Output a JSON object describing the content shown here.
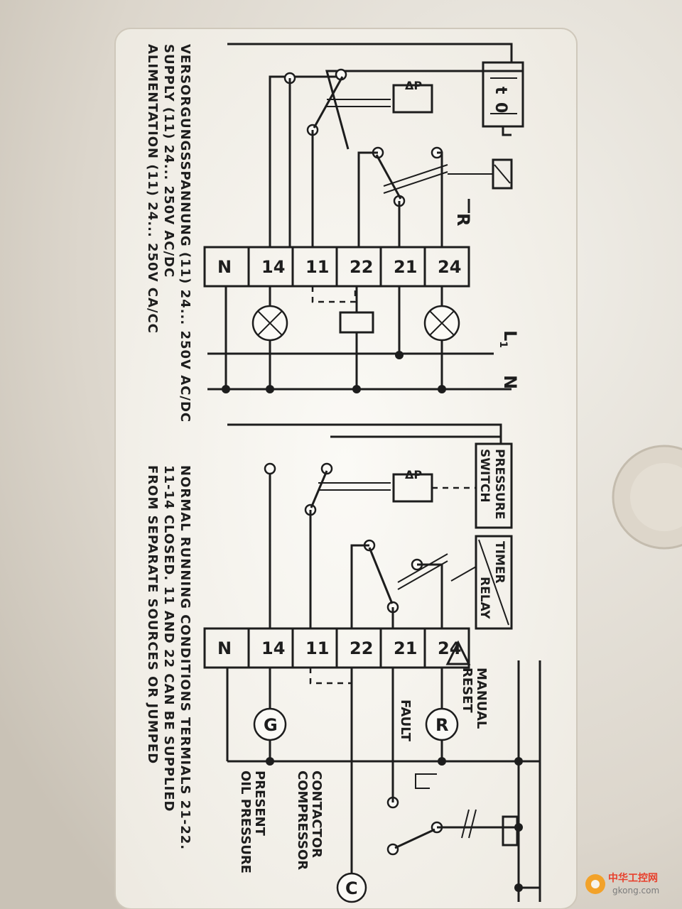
{
  "supply_text": {
    "line1": "VERSORGUNGSSPANNUNG (11) 24... 250V AC/DC",
    "line2": "SUPPLY (11) 24... 250V AC/DC",
    "line3": "ALIMENTATION (11) 24... 250V CA/CC"
  },
  "note_text": {
    "line1": "NORMAL RUNNING CONDITIONS TERMIALS 21-22.",
    "line2": "11-14 CLOSED. 11 AND 22 CAN BE SUPPLIED",
    "line3": "FROM SEPARATE SOURCES OR JUMPED"
  },
  "terminals": [
    "N",
    "14",
    "11",
    "22",
    "21",
    "24"
  ],
  "upper_diagram": {
    "timer_t": "t",
    "timer_0": "0",
    "dp": "ΔP",
    "reset": "R",
    "line_l": "L",
    "line_l_sub": "1",
    "line_n": "N"
  },
  "lower_diagram": {
    "pressure_switch": [
      "PRESSURE",
      "SWITCH"
    ],
    "timer_relay": [
      "TIMER",
      "RELAY"
    ],
    "dp": "ΔP",
    "manual_reset": [
      "MANUAL",
      "RESET"
    ],
    "fault": "FAULT",
    "lamp_r": "R",
    "lamp_g": "G",
    "compressor_contactor": [
      "COMPRESSOR",
      "CONTACTOR"
    ],
    "oil_pressure_present": [
      "OIL PRESSURE",
      "PRESENT"
    ],
    "compressor_c": "C"
  },
  "watermark": {
    "line1": "中华工控网",
    "line2": "gkong.com"
  }
}
